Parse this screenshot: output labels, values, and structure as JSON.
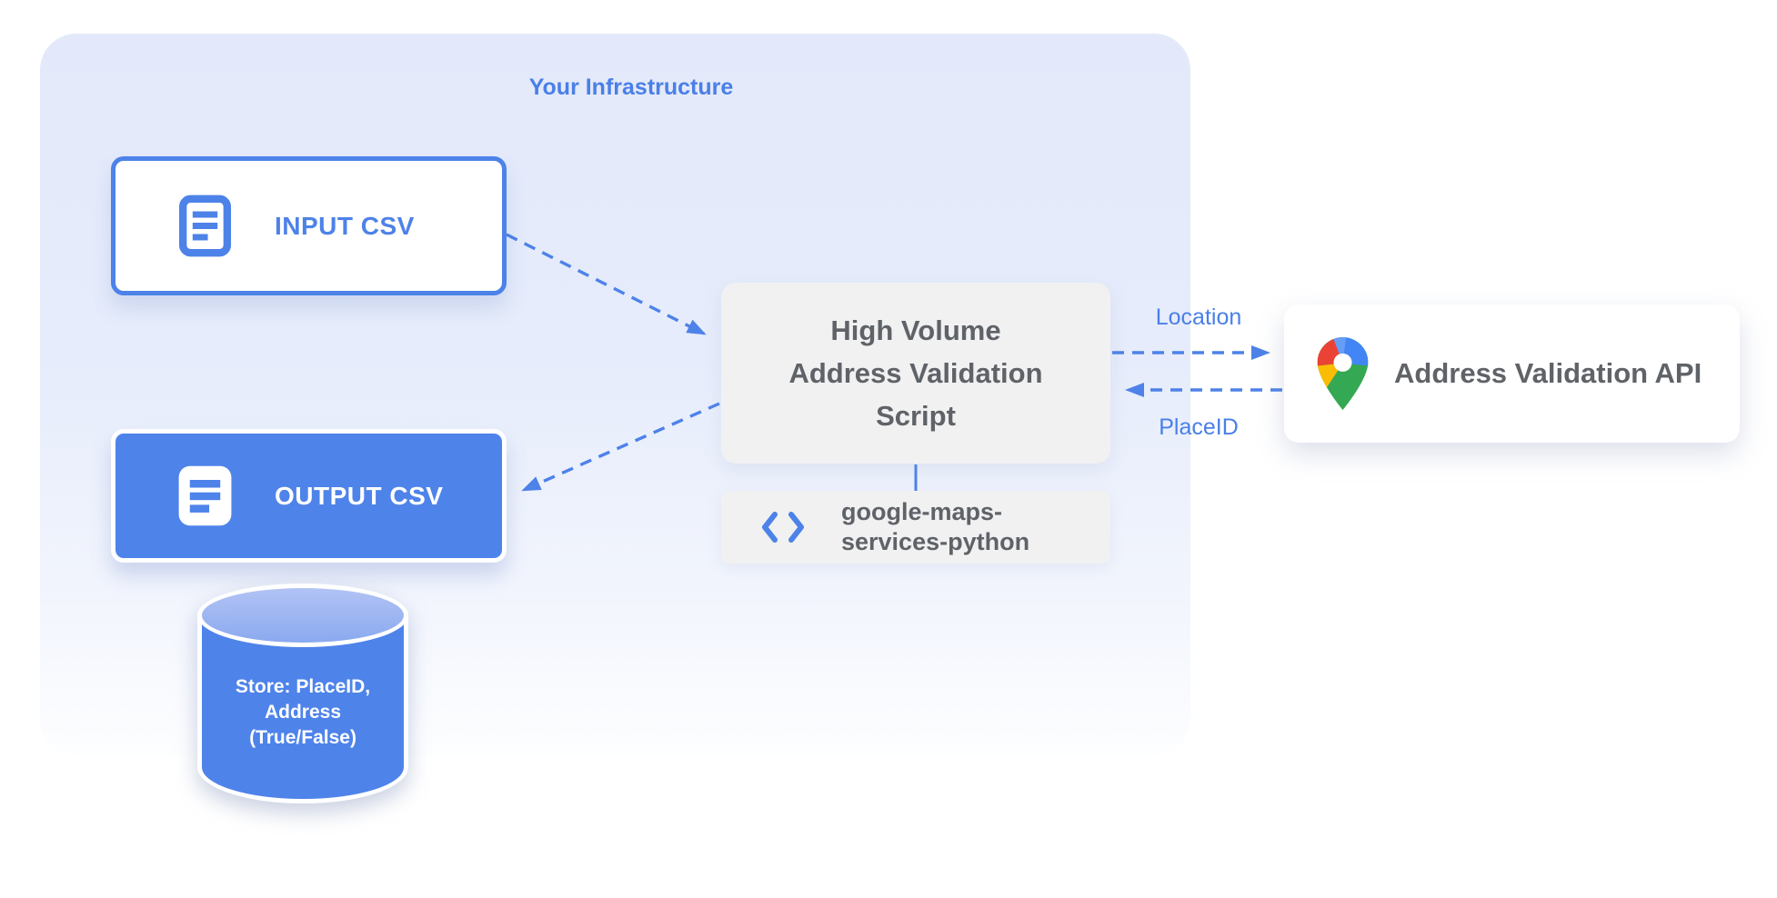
{
  "infrastructure": {
    "title": "Your Infrastructure"
  },
  "nodes": {
    "input_csv": {
      "label": "INPUT CSV",
      "icon": "document-icon"
    },
    "output_csv": {
      "label": "OUTPUT CSV",
      "icon": "document-icon"
    },
    "datastore": {
      "lines": [
        "Store: PlaceID,",
        "Address",
        "(True/False)"
      ]
    },
    "script": {
      "lines": [
        "High Volume",
        "Address Validation",
        "Script"
      ]
    },
    "library": {
      "lines": [
        "google-maps-",
        "services-python"
      ],
      "icon": "code-icon"
    },
    "api": {
      "label": "Address Validation API",
      "icon": "google-maps-pin-icon"
    }
  },
  "edges": {
    "location_label": "Location",
    "placeid_label": "PlaceID"
  },
  "colors": {
    "accent_blue": "#4d82e8",
    "node_blue_fill": "#4e83ea",
    "label_blue": "#4a7fe8",
    "gray_box": "#f1f1f2",
    "gray_text": "#5f6368",
    "container_top": "#e3e9fa",
    "pin_red": "#ea4335",
    "pin_blue": "#4285f4",
    "pin_blue_light": "#669df6",
    "pin_yellow": "#fbbc04",
    "pin_green": "#34a853"
  }
}
